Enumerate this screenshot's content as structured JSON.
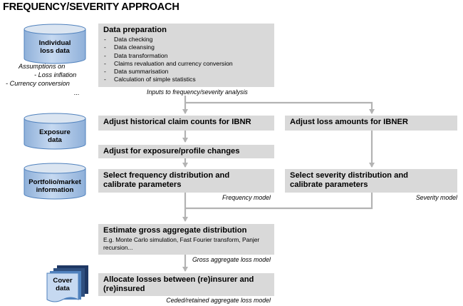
{
  "title": "FREQUENCY/SEVERITY APPROACH",
  "cylinders": {
    "individual": "Individual loss data",
    "exposure": "Exposure data",
    "portfolio": "Portfolio/market information",
    "cover": "Cover data"
  },
  "assumptions": {
    "heading": "Assumptions on",
    "items": [
      "Loss inflation",
      "Currency conversion"
    ],
    "more": "..."
  },
  "boxes": {
    "data_prep": {
      "title": "Data preparation",
      "bullets": [
        "Data checking",
        "Data cleansing",
        "Data transformation",
        "Claims revaluation and currency conversion",
        "Data summarisation",
        "Calculation of simple statistics"
      ]
    },
    "ibnr": "Adjust historical claim counts for IBNR",
    "ibner": "Adjust loss amounts for IBNER",
    "exposure_adj": "Adjust for exposure/profile changes",
    "freq_dist": "Select frequency distribution and calibrate parameters",
    "sev_dist": "Select severity distribution and calibrate parameters",
    "gross": {
      "title": "Estimate gross aggregate distribution",
      "sub": "E.g. Monte Carlo simulation, Fast Fourier transform, Panjer recursion..."
    },
    "allocate": "Allocate losses between (re)insurer and (re)insured"
  },
  "notes": {
    "inputs": "Inputs to frequency/severity analysis",
    "freq_model": "Frequency model",
    "sev_model": "Severity model",
    "gross_model": "Gross aggregate loss model",
    "ceded_model": "Ceded/retained aggregate loss model"
  },
  "colors": {
    "box_fill": "#d9d9d9",
    "cylinder_fill": "#b8cce4",
    "cylinder_stroke": "#4f81bd",
    "connector": "#b3b3b3"
  }
}
